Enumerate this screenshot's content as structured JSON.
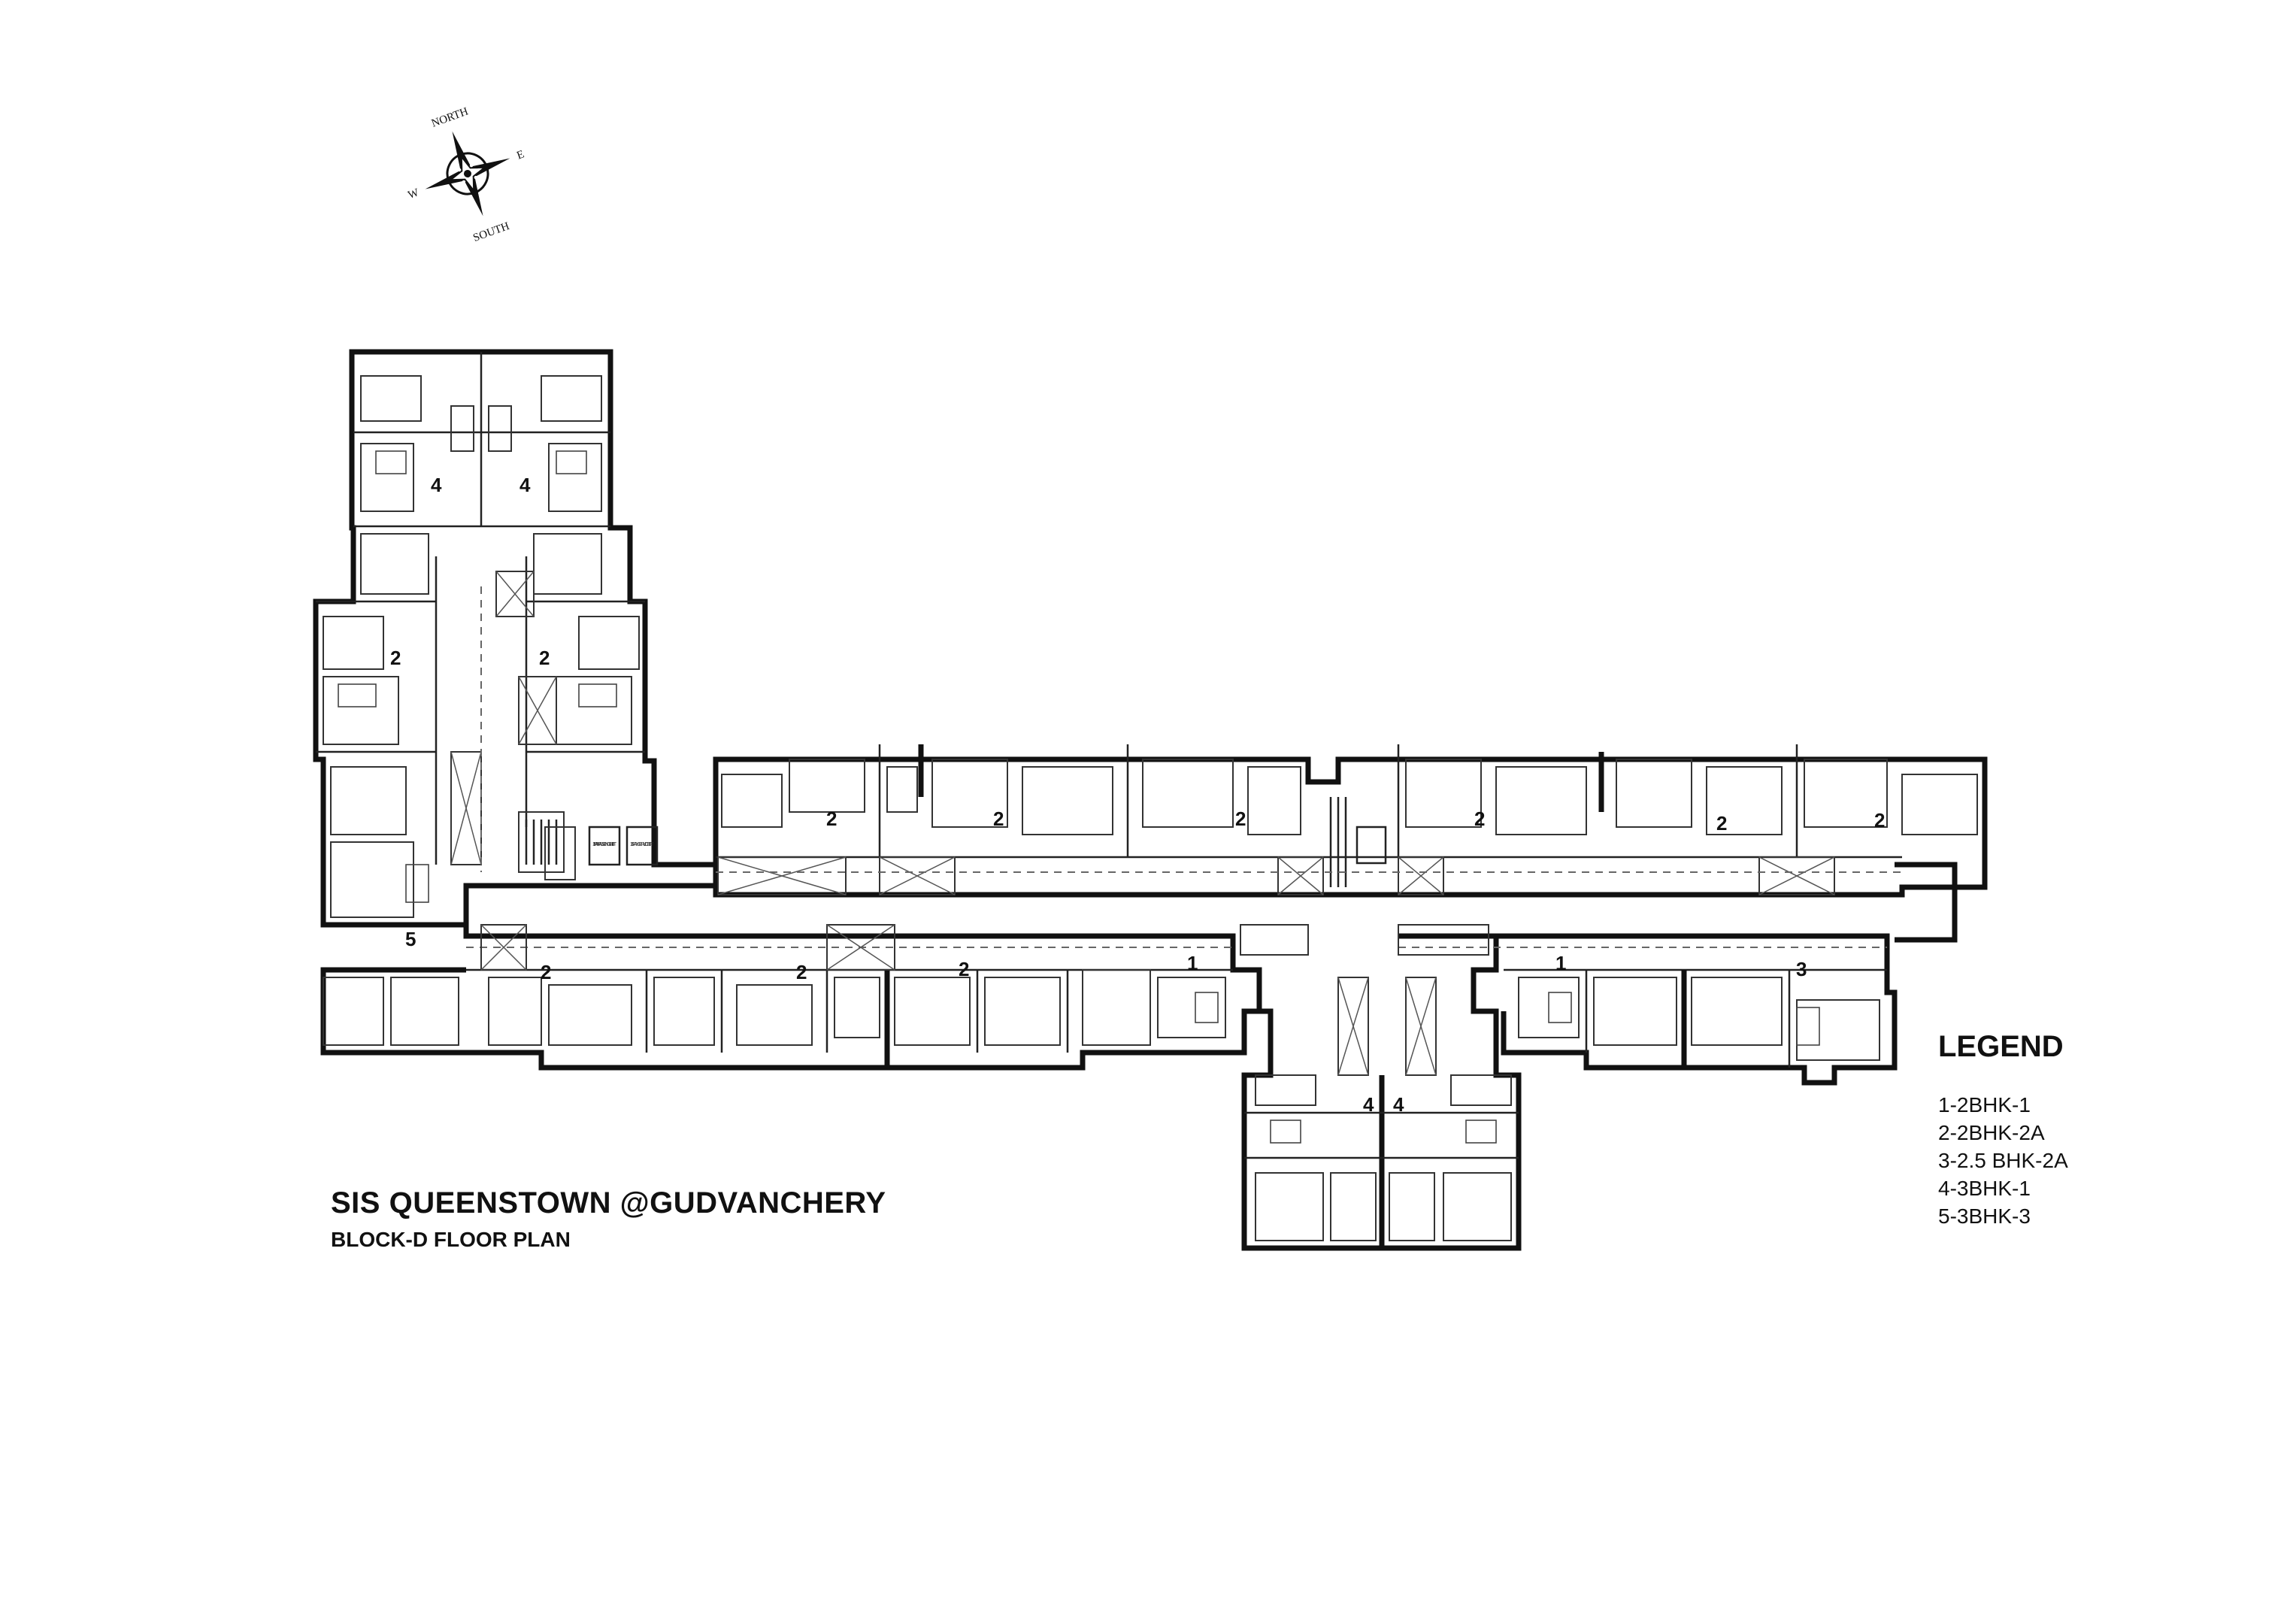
{
  "title": "SIS QUEENSTOWN @GUDVANCHERY",
  "subtitle": "BLOCK-D FLOOR PLAN",
  "compass": {
    "north": "NORTH",
    "south": "SOUTH",
    "east": "E",
    "west": "W"
  },
  "legend": {
    "title": "LEGEND",
    "items": [
      "1-2BHK-1",
      "2-2BHK-2A",
      "3-2.5 BHK-2A",
      "4-3BHK-1",
      "5-3BHK-3"
    ]
  },
  "lift_labels": {
    "passenger_lift": "16 PAX PASSENGER LIFT",
    "service_lift": "16 PAX SERVICE LIFT"
  },
  "unit_labels": [
    "4",
    "4",
    "2",
    "2",
    "5",
    "2",
    "2",
    "2",
    "2",
    "2",
    "2",
    "2",
    "2",
    "2",
    "1",
    "1",
    "3",
    "4",
    "4"
  ]
}
